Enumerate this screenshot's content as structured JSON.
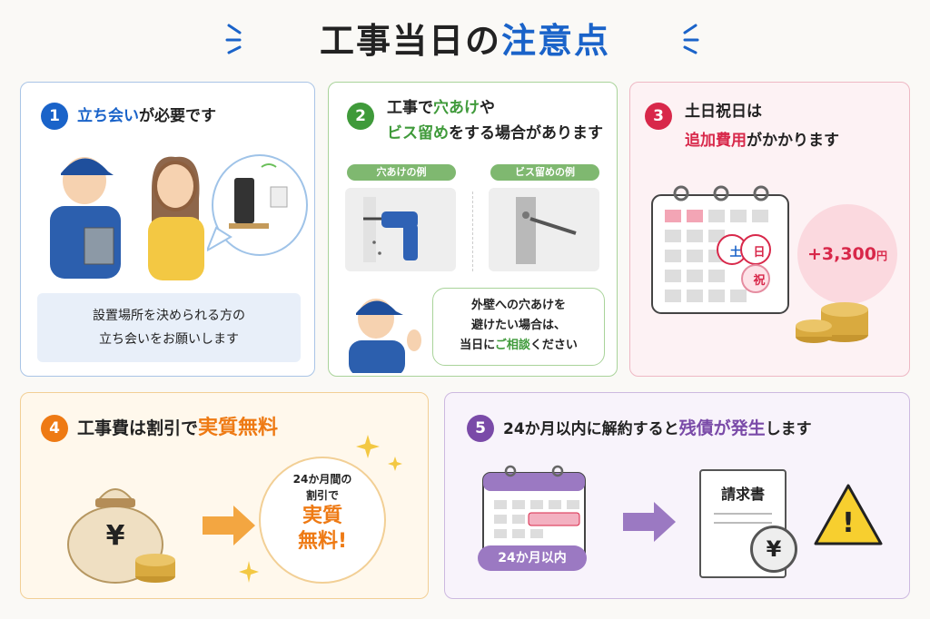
{
  "title": {
    "main": "工事当日の",
    "highlight": "注意点"
  },
  "colors": {
    "blue": "#1a63c9",
    "green": "#3f9a3a",
    "red": "#d8284a",
    "orange": "#ee7a14",
    "purple": "#7a4aa8"
  },
  "card1": {
    "num": "1",
    "head_a": "立ち会い",
    "head_b": "が必要です",
    "note_line1": "設置場所を決められる方の",
    "note_line2": "立ち会いをお願いします"
  },
  "card2": {
    "num": "2",
    "head1_a": "工事で",
    "head1_b": "穴あけ",
    "head1_c": "や",
    "head2_a": "ビス留め",
    "head2_b": "をする場合があります",
    "tag_drill": "穴あけの例",
    "tag_screw": "ビス留めの例",
    "bubble_line1": "外壁への穴あけを",
    "bubble_line2": "避けたい場合は、",
    "bubble_line3_a": "当日に",
    "bubble_line3_b": "ご相談",
    "bubble_line3_c": "ください"
  },
  "card3": {
    "num": "3",
    "head1": "土日祝日は",
    "head2_a": "追加費用",
    "head2_b": "がかかります",
    "cal_sat": "土",
    "cal_sun": "日",
    "cal_hol": "祝",
    "price": "+3,300",
    "price_unit": "円"
  },
  "card4": {
    "num": "4",
    "head_a": "工事費は割引で",
    "head_b": "実質無料",
    "yen": "¥",
    "circle_line1": "24か月間の",
    "circle_line2": "割引で",
    "circle_big1": "実質",
    "circle_big2": "無料!"
  },
  "card5": {
    "num": "5",
    "head_a": "24か月以内に解約すると",
    "head_b": "残債が発生",
    "head_c": "します",
    "cal_label": "24か月以内",
    "invoice": "請求書",
    "yen": "¥",
    "warn": "!"
  }
}
